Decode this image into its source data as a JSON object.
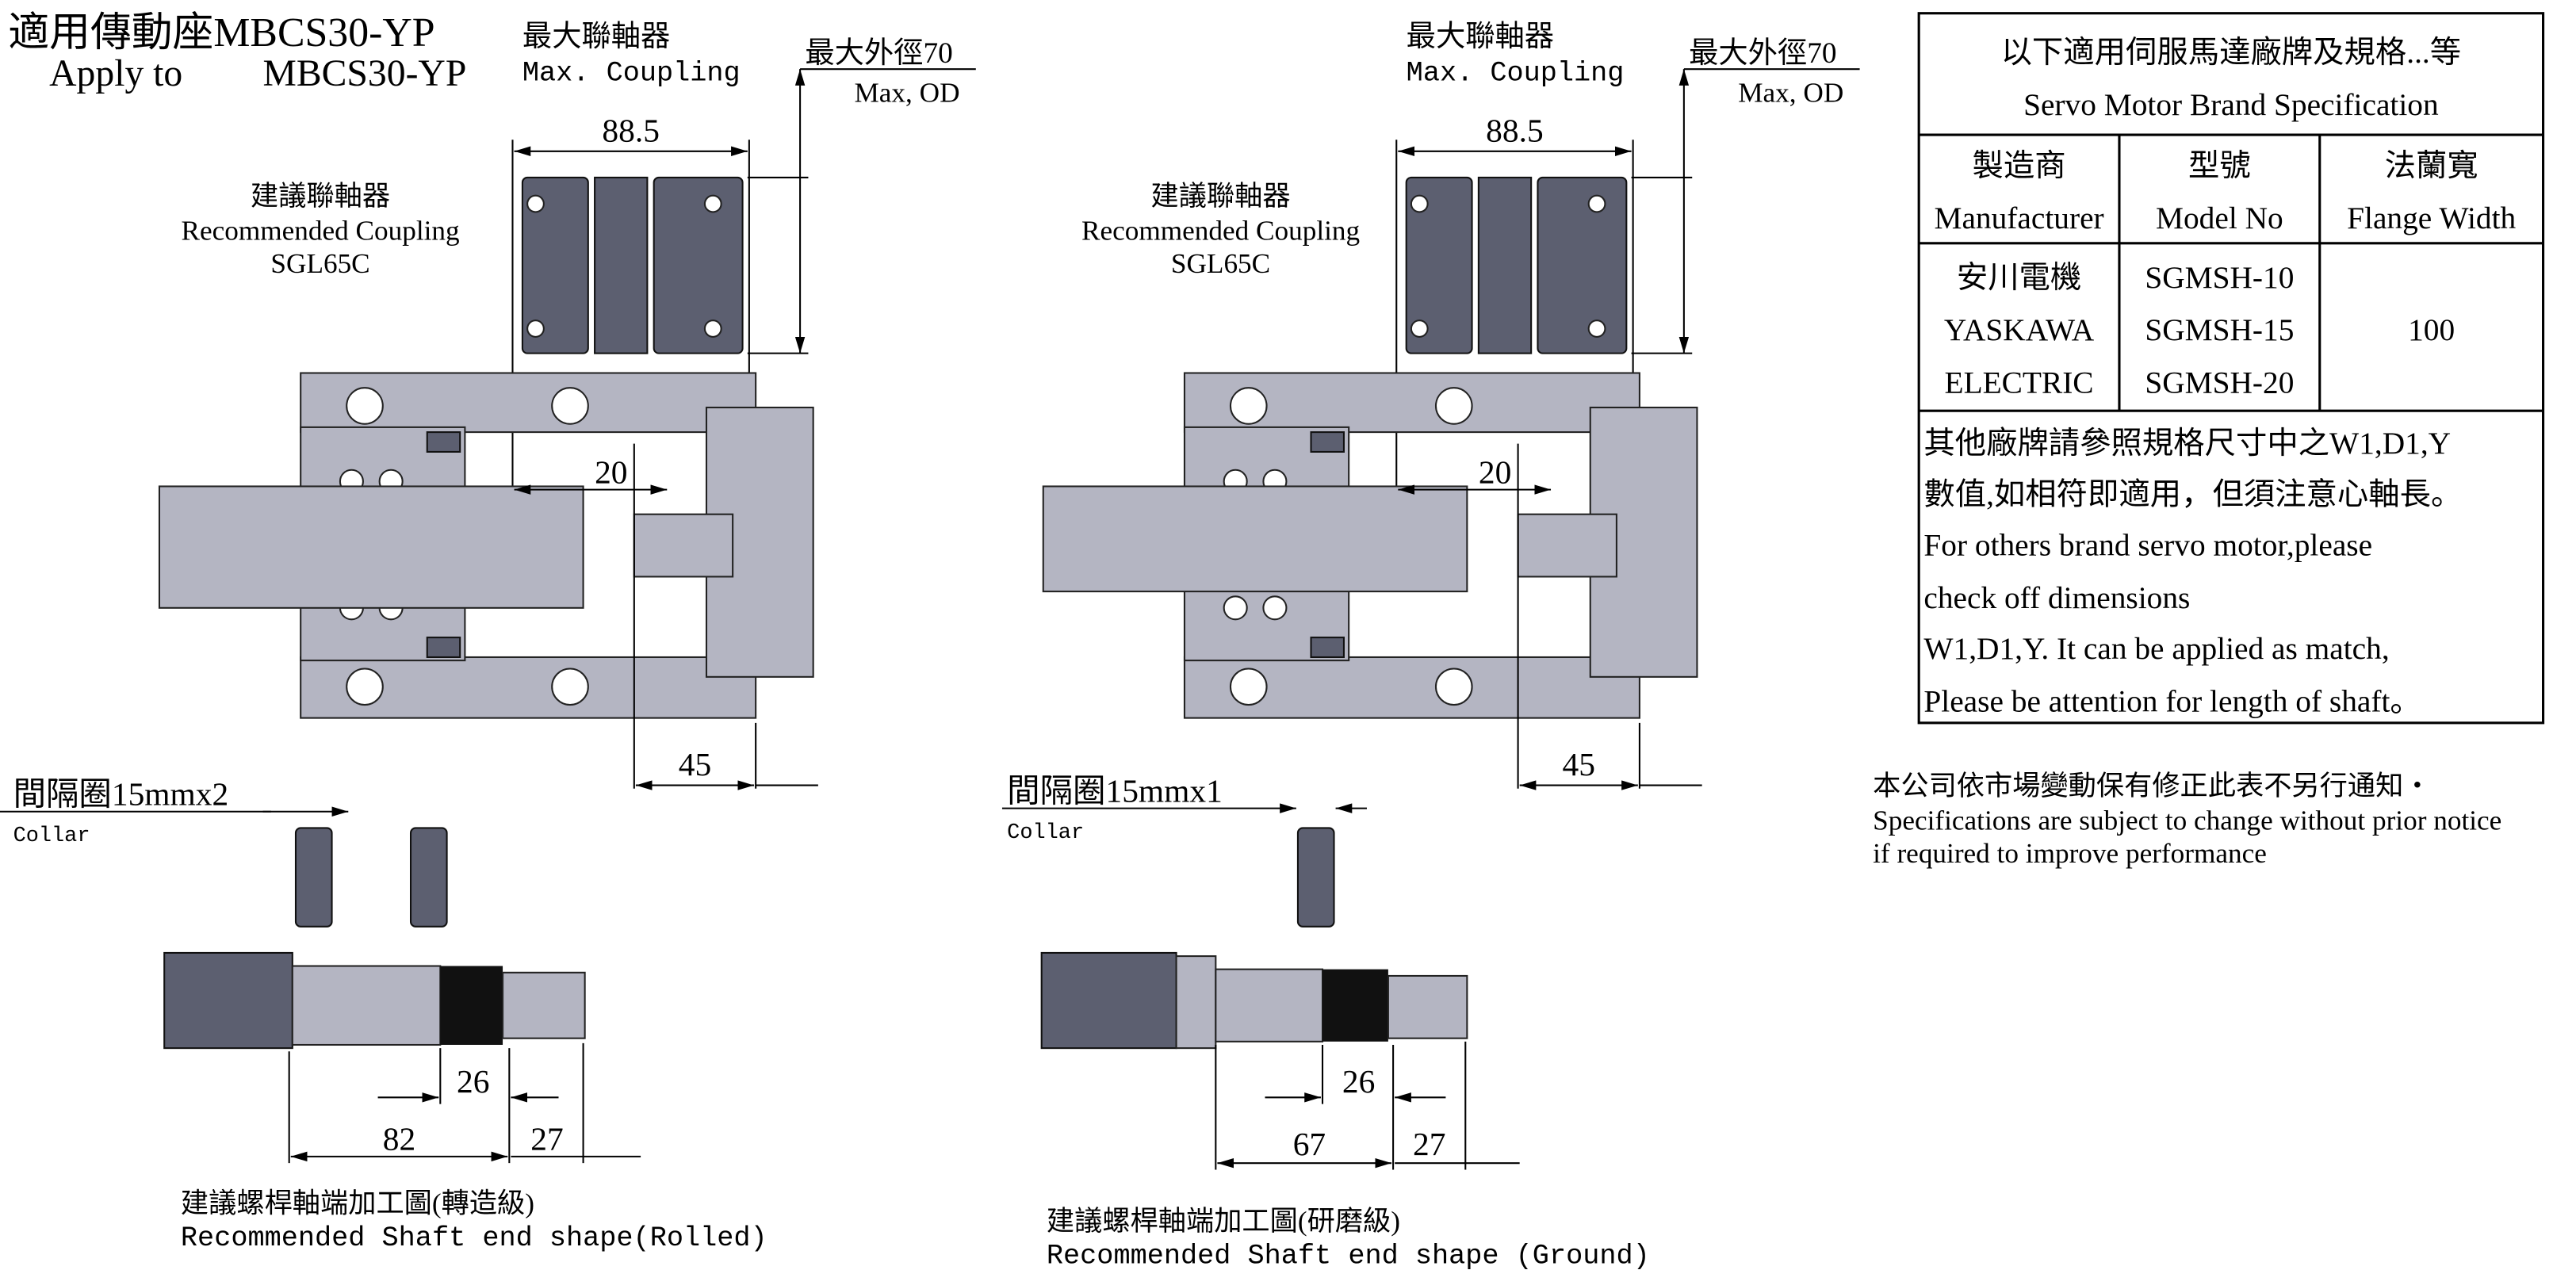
{
  "title": {
    "zh": "適用傳動座MBCS30-YP",
    "en_prefix": "Apply to",
    "en_model": "MBCS30-YP"
  },
  "drawings": [
    {
      "max_coupling_zh": "最大聯軸器",
      "max_coupling_en": "Max. Coupling",
      "max_od_zh": "最大外徑70",
      "max_od_en": "Max, OD",
      "rec_coupling_zh": "建議聯軸器",
      "rec_coupling_en": "Recommended Coupling",
      "rec_coupling_model": "SGL65C",
      "dim_coupling_length": "88.5",
      "dim_gap": "20",
      "dim_flange": "45",
      "collar_zh": "間隔圈15mmx2",
      "collar_en": "Collar",
      "dim_shaft_a": "26",
      "dim_shaft_b": "82",
      "dim_shaft_c": "27",
      "caption_zh": "建議螺桿軸端加工圖(轉造級)",
      "caption_en": "Recommended Shaft end shape(Rolled)"
    },
    {
      "max_coupling_zh": "最大聯軸器",
      "max_coupling_en": "Max. Coupling",
      "max_od_zh": "最大外徑70",
      "max_od_en": "Max, OD",
      "rec_coupling_zh": "建議聯軸器",
      "rec_coupling_en": "Recommended Coupling",
      "rec_coupling_model": "SGL65C",
      "dim_coupling_length": "88.5",
      "dim_gap": "20",
      "dim_flange": "45",
      "collar_zh": "間隔圈15mmx1",
      "collar_en": "Collar",
      "dim_shaft_a": "26",
      "dim_shaft_b": "67",
      "dim_shaft_c": "27",
      "caption_zh": "建議螺桿軸端加工圖(研磨級)",
      "caption_en": "Recommended Shaft end shape (Ground)"
    }
  ],
  "table": {
    "title_zh": "以下適用伺服馬達廠牌及規格...等",
    "title_en": "Servo Motor Brand Specification",
    "headers": [
      {
        "zh": "製造商",
        "en": "Manufacturer"
      },
      {
        "zh": "型號",
        "en": "Model No"
      },
      {
        "zh": "法蘭寬",
        "en": "Flange Width"
      }
    ],
    "manufacturer": [
      "安川電機",
      "YASKAWA",
      "ELECTRIC"
    ],
    "models": [
      "SGMSH-10",
      "SGMSH-15",
      "SGMSH-20"
    ],
    "flange_width": "100",
    "notes": [
      "其他廠牌請參照規格尺寸中之W1,D1,Y",
      "數值,如相符即適用，但須注意心軸長。",
      "For others brand servo motor,please",
      "check off dimensions",
      "W1,D1,Y. It can be applied as match,",
      "Please be attention for length of shaft。"
    ]
  },
  "notice": [
    "本公司依市場變動保有修正此表不另行通知・",
    "Specifications are subject to change without prior notice",
    " if required to improve performance"
  ]
}
